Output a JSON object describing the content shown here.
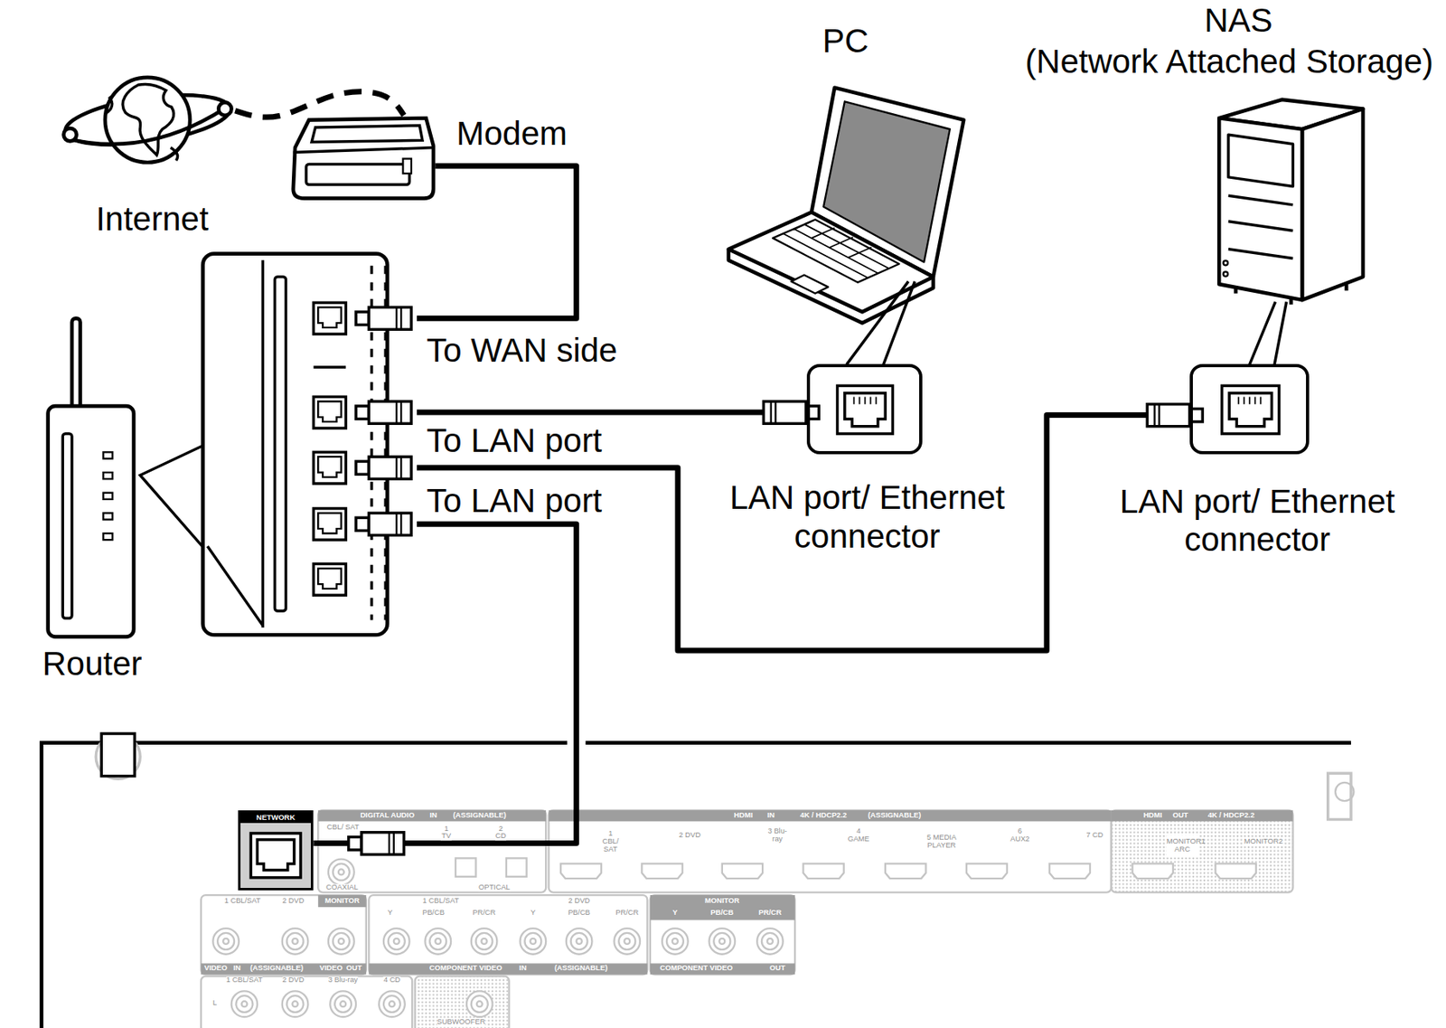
{
  "diagram": {
    "nodes": [
      {
        "text": [
          "Internet"
        ]
      },
      {
        "text": [
          "Modem"
        ]
      },
      {
        "text": [
          "Router"
        ]
      },
      {
        "text": [
          "PC"
        ]
      },
      {
        "text": [
          "NAS",
          "(Network Attached Storage)"
        ]
      },
      {
        "text": [
          "LAN port/ Ethernet connector"
        ]
      },
      {
        "text": [
          "LAN port/ Ethernet connector"
        ]
      },
      {
        "text": [
          "NETWORK"
        ]
      }
    ],
    "edges": [
      {
        "from": 0,
        "to": 1,
        "arrow": "none"
      },
      {
        "from": 1,
        "to": 2,
        "arrow": "none",
        "label": "To WAN side"
      },
      {
        "from": 2,
        "to": 5,
        "arrow": "none",
        "label": "To LAN port"
      },
      {
        "from": 2,
        "to": 6,
        "arrow": "none",
        "label": "To LAN port"
      },
      {
        "from": 2,
        "to": 7,
        "arrow": "none"
      }
    ],
    "labels": [
      "DIGITAL AUDIO",
      "IN",
      "(ASSIGNABLE)",
      "CBL/ SAT",
      "1 TV",
      "2 CD",
      "COAXIAL",
      "OPTICAL",
      "HDMI",
      "IN",
      "4K / HDCP2.2",
      "(ASSIGNABLE)",
      "1 CBL/ SAT",
      "2 DVD",
      "3 Blu-ray",
      "4 GAME",
      "5 MEDIA PLAYER",
      "6 AUX2",
      "7 CD",
      "HDMI",
      "OUT",
      "4K / HDCP2.2",
      "MONITOR1 ARC",
      "MONITOR2",
      "1 CBL/SAT",
      "2 DVD",
      "MONITOR",
      "1 CBL/SAT",
      "Y",
      "PB/CB",
      "PR/CR",
      "2 DVD",
      "Y",
      "PB/CB",
      "PR/CR",
      "MONITOR",
      "Y",
      "PB/CB",
      "PR/CR",
      "VIDEO",
      "IN",
      "(ASSIGNABLE)",
      "VIDEO",
      "OUT",
      "COMPONENT VIDEO",
      "IN",
      "(ASSIGNABLE)",
      "COMPONENT VIDEO",
      "OUT",
      "1 CBL/SAT",
      "2 DVD",
      "3 Blu-ray",
      "4 CD",
      "L",
      "SUBWOOFER"
    ]
  }
}
